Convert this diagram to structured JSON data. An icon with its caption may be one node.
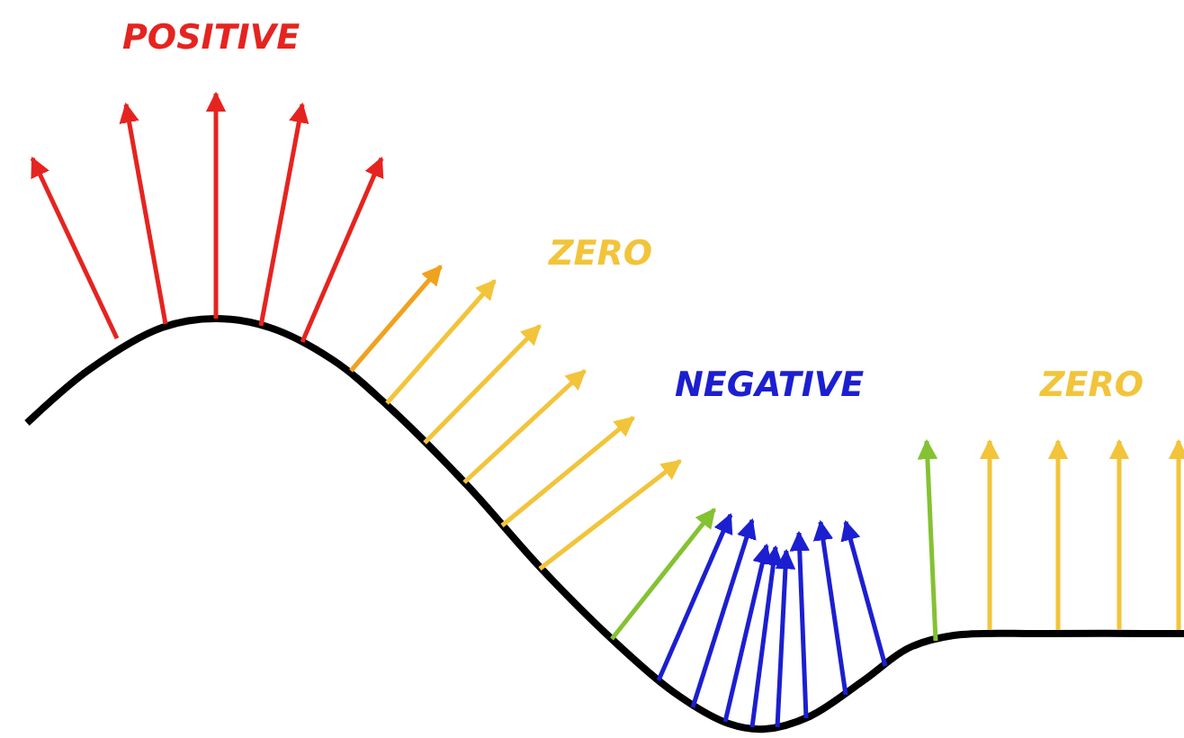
{
  "diagram": {
    "labels": [
      "POSITIVE",
      "ZERO",
      "NEGATIVE",
      "ZERO"
    ]
  }
}
